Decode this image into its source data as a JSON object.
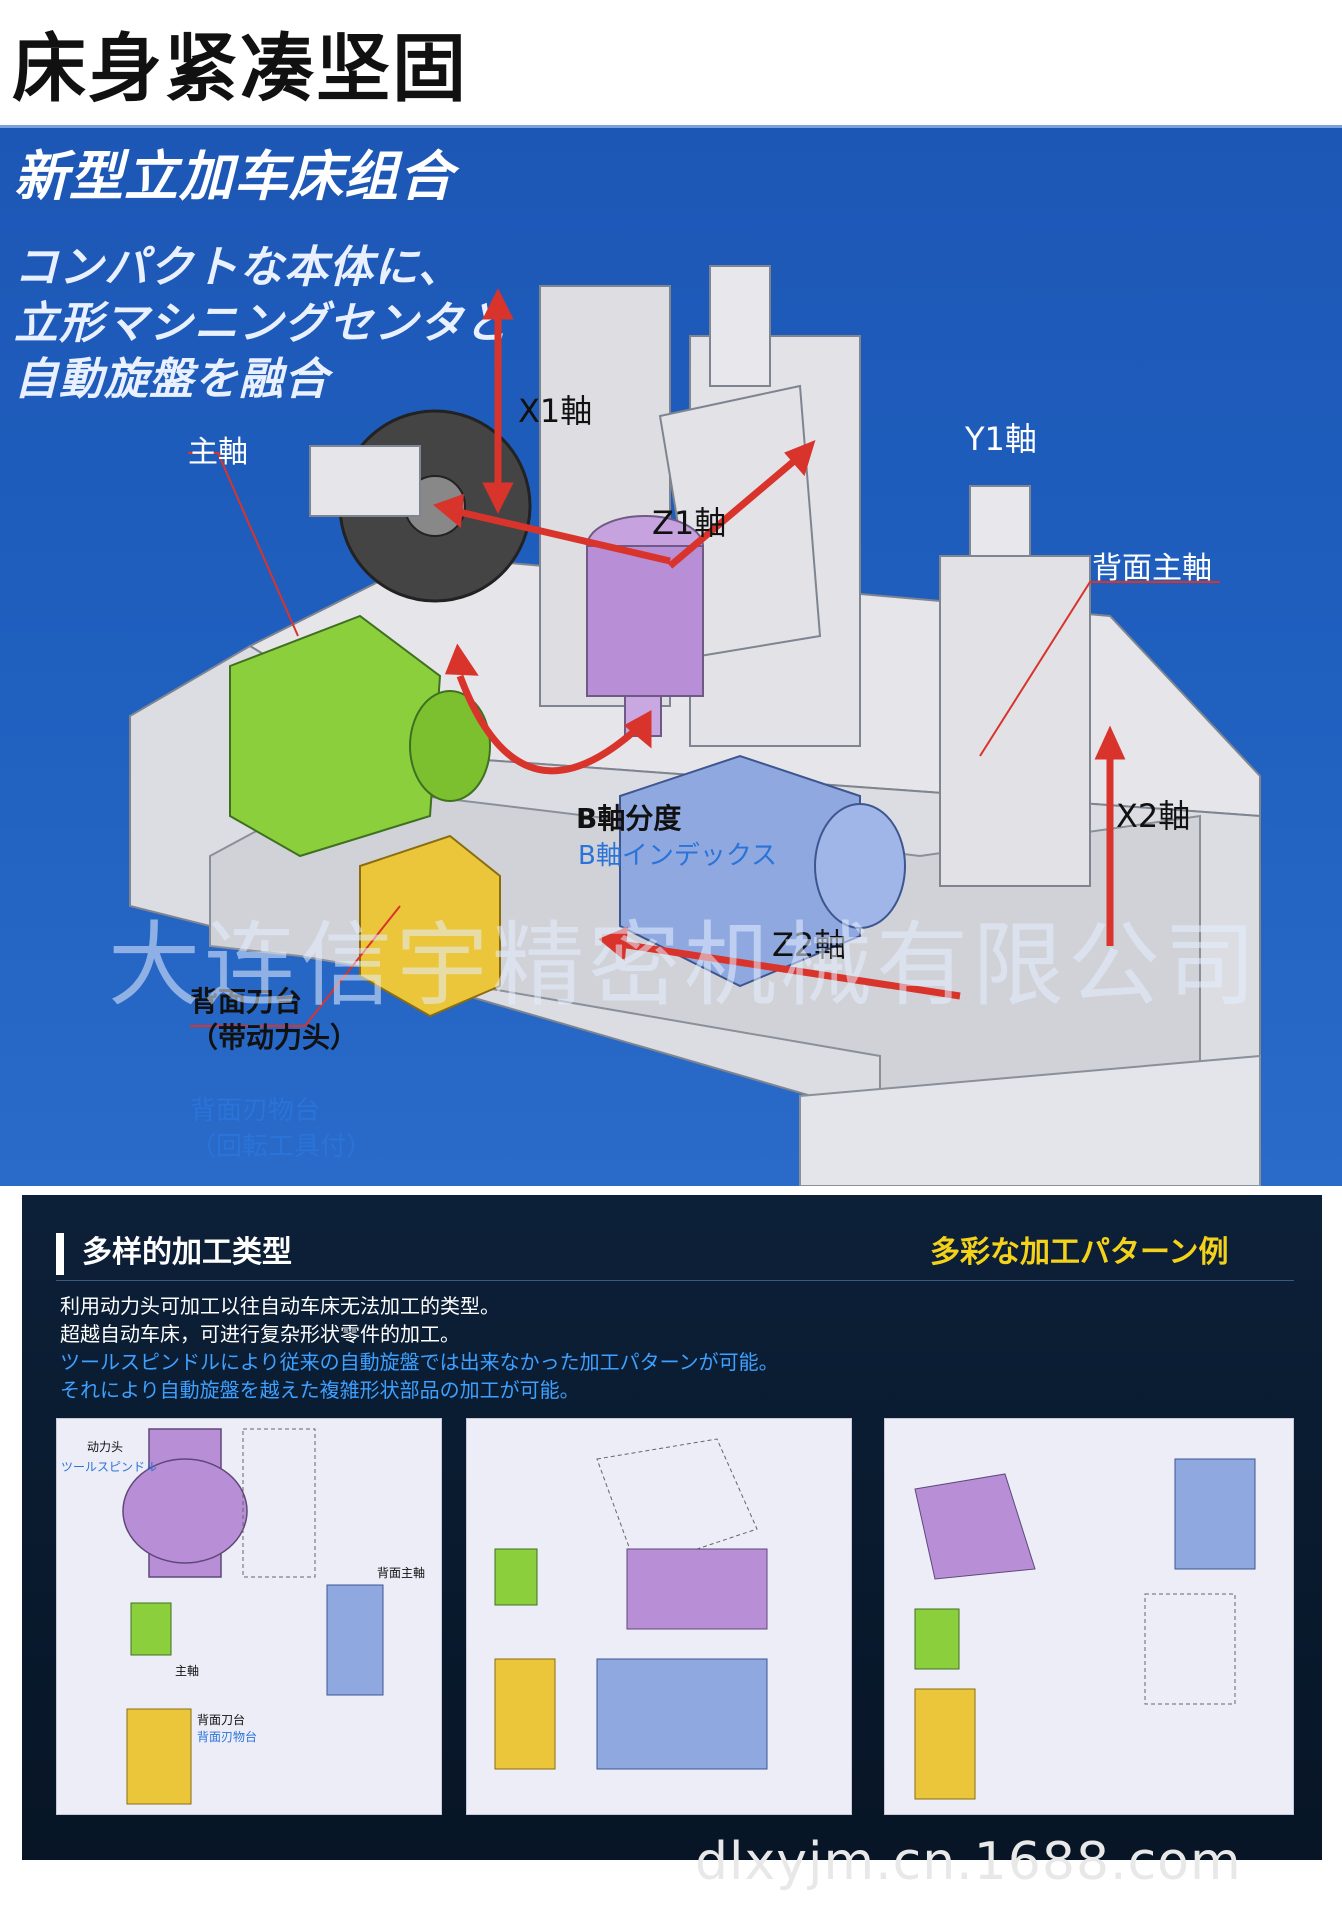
{
  "header": {
    "title": "床身紧凑坚固"
  },
  "intro": {
    "subtitle_cn": "新型立加车床组合",
    "subtitle_jp_lines": [
      "コンパクトな本体に、",
      "立形マシニングセンタと",
      "自動旋盤を融合"
    ]
  },
  "machine_labels": {
    "spindle": "主軸",
    "back_spindle": "背面主軸",
    "x1_axis": "X1軸",
    "y1_axis": "Y1軸",
    "z1_axis": "Z1軸",
    "x2_axis": "X2軸",
    "z2_axis": "Z2軸",
    "b_axis_cn": "B軸分度",
    "b_axis_jp": "B軸インデックス",
    "back_tool_cn_1": "背面刀台",
    "back_tool_cn_2": "（带动力头）",
    "back_tool_jp_1": "背面刃物台",
    "back_tool_jp_2": "（回転工具付）"
  },
  "watermark": "大连信宇精密机械有限公司",
  "section": {
    "title_cn": "多样的加工类型",
    "title_jp": "多彩な加工パターン例",
    "desc_cn_1": "利用动力头可加工以往自动车床无法加工的类型。",
    "desc_cn_2": "超越自动车床，可进行复杂形状零件的加工。",
    "desc_jp_1": "ツールスピンドルにより従来の自動旋盤では出来なかった加工パターンが可能。",
    "desc_jp_2": "それにより自動旋盤を越えた複雑形状部品の加工が可能。"
  },
  "diagram1_labels": {
    "power_head": "动力头",
    "tool_spindle": "ツールスピンドル",
    "back_spindle": "背面主軸",
    "spindle": "主軸",
    "back_tool_cn": "背面刀台",
    "back_tool_jp": "背面刃物台"
  },
  "footer_watermark": "dlxyjm.cn.1688.com",
  "colors": {
    "band_blue": "#1f5fbe",
    "panel_navy": "#0a1a2e",
    "accent_yellow": "#f5d21a",
    "accent_blue_text": "#3ea0ff",
    "arrow_red": "#d9342b",
    "part_green": "#8ccf3c",
    "part_purple": "#b88fd6",
    "part_blue": "#8fa8e0",
    "part_yellow": "#ecc63a"
  }
}
